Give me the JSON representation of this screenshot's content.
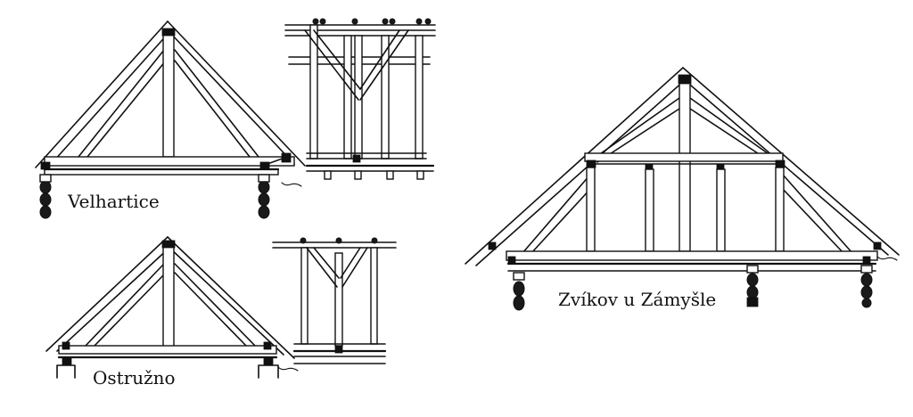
{
  "figures": [
    {
      "id": "velhartice",
      "caption": "Velhartice"
    },
    {
      "id": "ostruzno",
      "caption": "Ostružno"
    },
    {
      "id": "zvikov",
      "caption": "Zvíkov u Zámyšle"
    }
  ],
  "colors": {
    "ink": "#111111",
    "paper": "#ffffff"
  }
}
